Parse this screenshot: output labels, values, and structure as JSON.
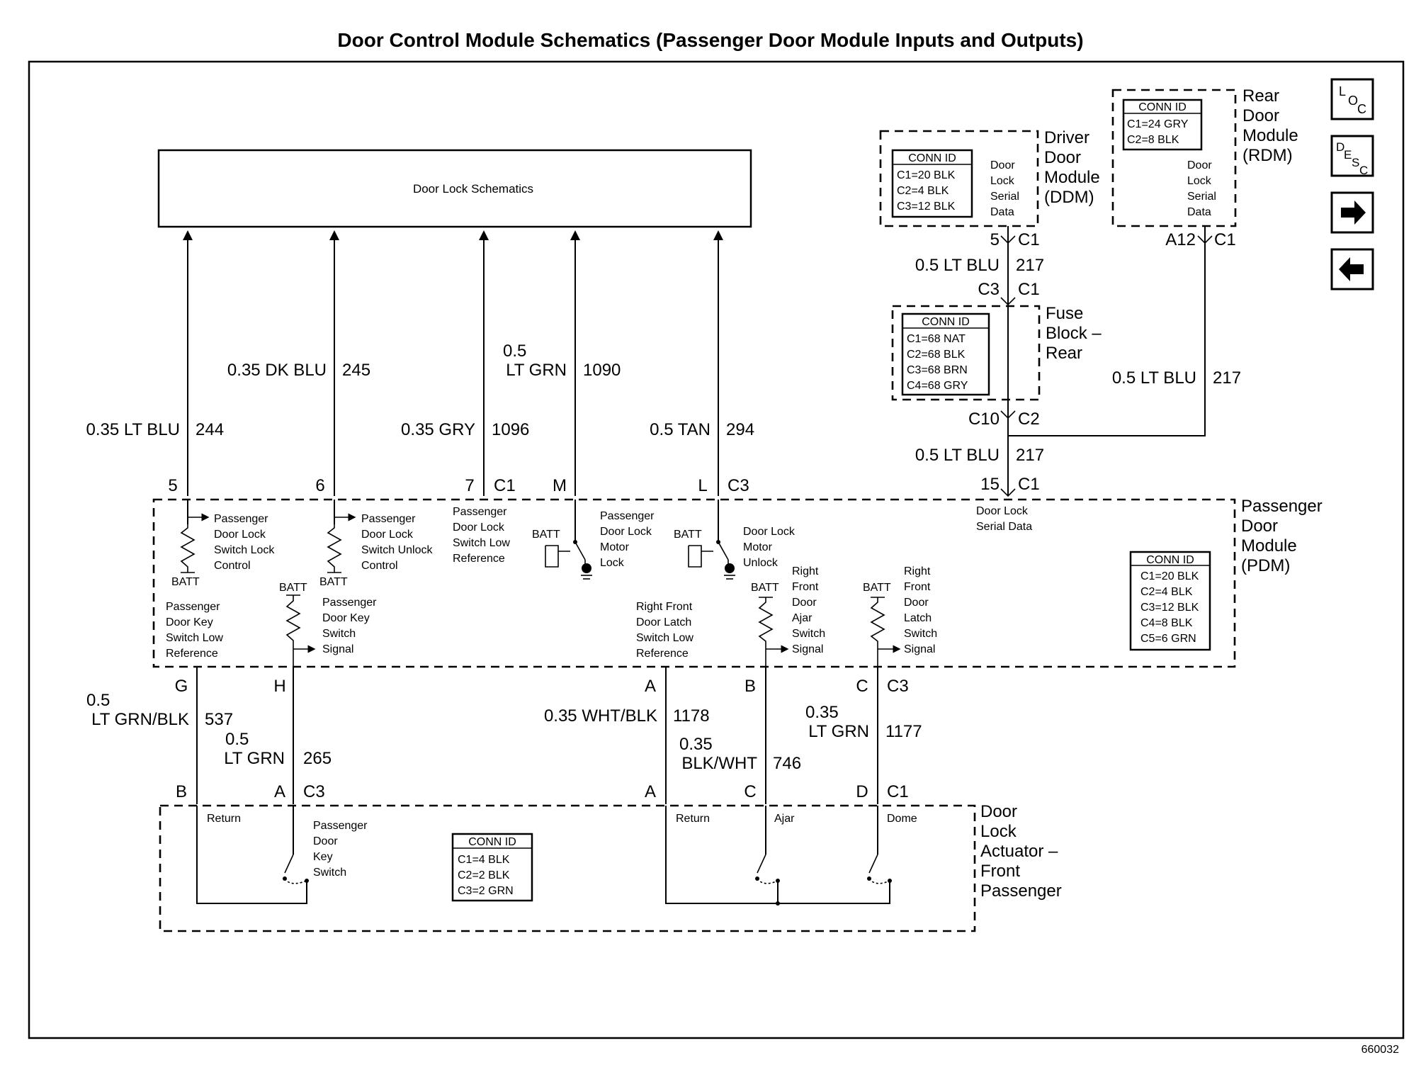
{
  "title": "Door Control Module Schematics (Passenger Door Module Inputs and Outputs)",
  "figure_id": "660032",
  "nav": {
    "loc": {
      "a": "L",
      "b": "O",
      "c": "C"
    },
    "desc": {
      "a": "D",
      "b": "E",
      "c": "S",
      "d": "C"
    }
  },
  "door_lock_schematics": "Door Lock Schematics",
  "wires": {
    "w244": {
      "size": "0.35 LT BLU",
      "circuit": "244",
      "pin": "5"
    },
    "w245": {
      "size": "0.35 DK BLU",
      "circuit": "245",
      "pin": "6"
    },
    "w1096": {
      "size": "0.35 GRY",
      "circuit": "1096",
      "pin": "7",
      "conn": "C1"
    },
    "w1090": {
      "size_a": "0.5",
      "size_b": "LT GRN",
      "circuit": "1090",
      "pin": "M"
    },
    "w294": {
      "size": "0.5 TAN",
      "circuit": "294",
      "pin": "L",
      "conn": "C3"
    },
    "w537": {
      "size_a": "0.5",
      "size_b": "LT GRN/BLK",
      "circuit": "537",
      "pin_top": "G",
      "pin_bot": "B"
    },
    "w265": {
      "size_a": "0.5",
      "size_b": "LT GRN",
      "circuit": "265",
      "pin_top": "H",
      "pin_bot": "A",
      "conn_bot": "C3"
    },
    "w1178": {
      "size": "0.35 WHT/BLK",
      "circuit": "1178",
      "pin_top": "A",
      "pin_bot": "A"
    },
    "w746": {
      "size_a": "0.35",
      "size_b": "BLK/WHT",
      "circuit": "746",
      "pin_top": "B",
      "pin_bot": "C"
    },
    "w1177": {
      "size_a": "0.35",
      "size_b": "LT GRN",
      "circuit": "1177",
      "pin_top": "C",
      "conn_top": "C3",
      "pin_bot": "D",
      "conn_bot": "C1"
    },
    "ddm_fuse": {
      "size": "0.5 LT BLU",
      "circuit": "217",
      "pin_top": "5",
      "conn_top": "C1",
      "pin_bot": "C3",
      "conn_bot": "C1"
    },
    "fuse_pdm": {
      "size": "0.5 LT BLU",
      "circuit": "217",
      "pin_top": "C10",
      "conn_top": "C2",
      "pin_bot": "15",
      "conn_bot": "C1"
    },
    "rdm": {
      "size": "0.5 LT BLU",
      "circuit": "217",
      "pin": "A12",
      "conn": "C1"
    }
  },
  "ddm": {
    "name": [
      "Driver",
      "Door",
      "Module",
      "(DDM)"
    ],
    "conn_header": "CONN ID",
    "conn": [
      "C1=20 BLK",
      "C2=4 BLK",
      "C3=12 BLK"
    ],
    "serial": [
      "Door",
      "Lock",
      "Serial",
      "Data"
    ]
  },
  "rdm_module": {
    "name": [
      "Rear",
      "Door",
      "Module",
      "(RDM)"
    ],
    "conn_header": "CONN ID",
    "conn": [
      "C1=24 GRY",
      "C2=8 BLK"
    ],
    "serial": [
      "Door",
      "Lock",
      "Serial",
      "Data"
    ]
  },
  "fuse_block": {
    "name": [
      "Fuse",
      "Block –",
      "Rear"
    ],
    "conn_header": "CONN ID",
    "conn": [
      "C1=68 NAT",
      "C2=68 BLK",
      "C3=68 BRN",
      "C4=68 GRY"
    ]
  },
  "pdm": {
    "name": [
      "Passenger",
      "Door",
      "Module",
      "(PDM)"
    ],
    "conn_header": "CONN ID",
    "conn": [
      "C1=20 BLK",
      "C2=4 BLK",
      "C3=12 BLK",
      "C4=8 BLK",
      "C5=6 GRN"
    ],
    "serial": [
      "Door Lock",
      "Serial Data"
    ],
    "batt": "BATT",
    "lock_ctrl": [
      "Passenger",
      "Door Lock",
      "Switch Lock",
      "Control"
    ],
    "unlock_ctrl": [
      "Passenger",
      "Door Lock",
      "Switch Unlock",
      "Control"
    ],
    "low_ref": [
      "Passenger",
      "Door Lock",
      "Switch Low",
      "Reference"
    ],
    "motor_lock": [
      "Passenger",
      "Door Lock",
      "Motor",
      "Lock"
    ],
    "motor_unlock": [
      "Door Lock",
      "Motor",
      "Unlock"
    ],
    "key_low_ref": [
      "Passenger",
      "Door Key",
      "Switch Low",
      "Reference"
    ],
    "key_signal": [
      "Passenger",
      "Door Key",
      "Switch",
      "Signal"
    ],
    "latch_low_ref": [
      "Right Front",
      "Door Latch",
      "Switch Low",
      "Reference"
    ],
    "ajar_signal": [
      "Right",
      "Front",
      "Door",
      "Ajar",
      "Switch",
      "Signal"
    ],
    "latch_signal": [
      "Right",
      "Front",
      "Door",
      "Latch",
      "Switch",
      "Signal"
    ]
  },
  "actuator": {
    "name": [
      "Door",
      "Lock",
      "Actuator –",
      "Front",
      "Passenger"
    ],
    "conn_header": "CONN ID",
    "conn": [
      "C1=4 BLK",
      "C2=2 BLK",
      "C3=2 GRN"
    ],
    "return": "Return",
    "key_switch": [
      "Passenger",
      "Door",
      "Key",
      "Switch"
    ],
    "ajar": "Ajar",
    "dome": "Dome"
  }
}
